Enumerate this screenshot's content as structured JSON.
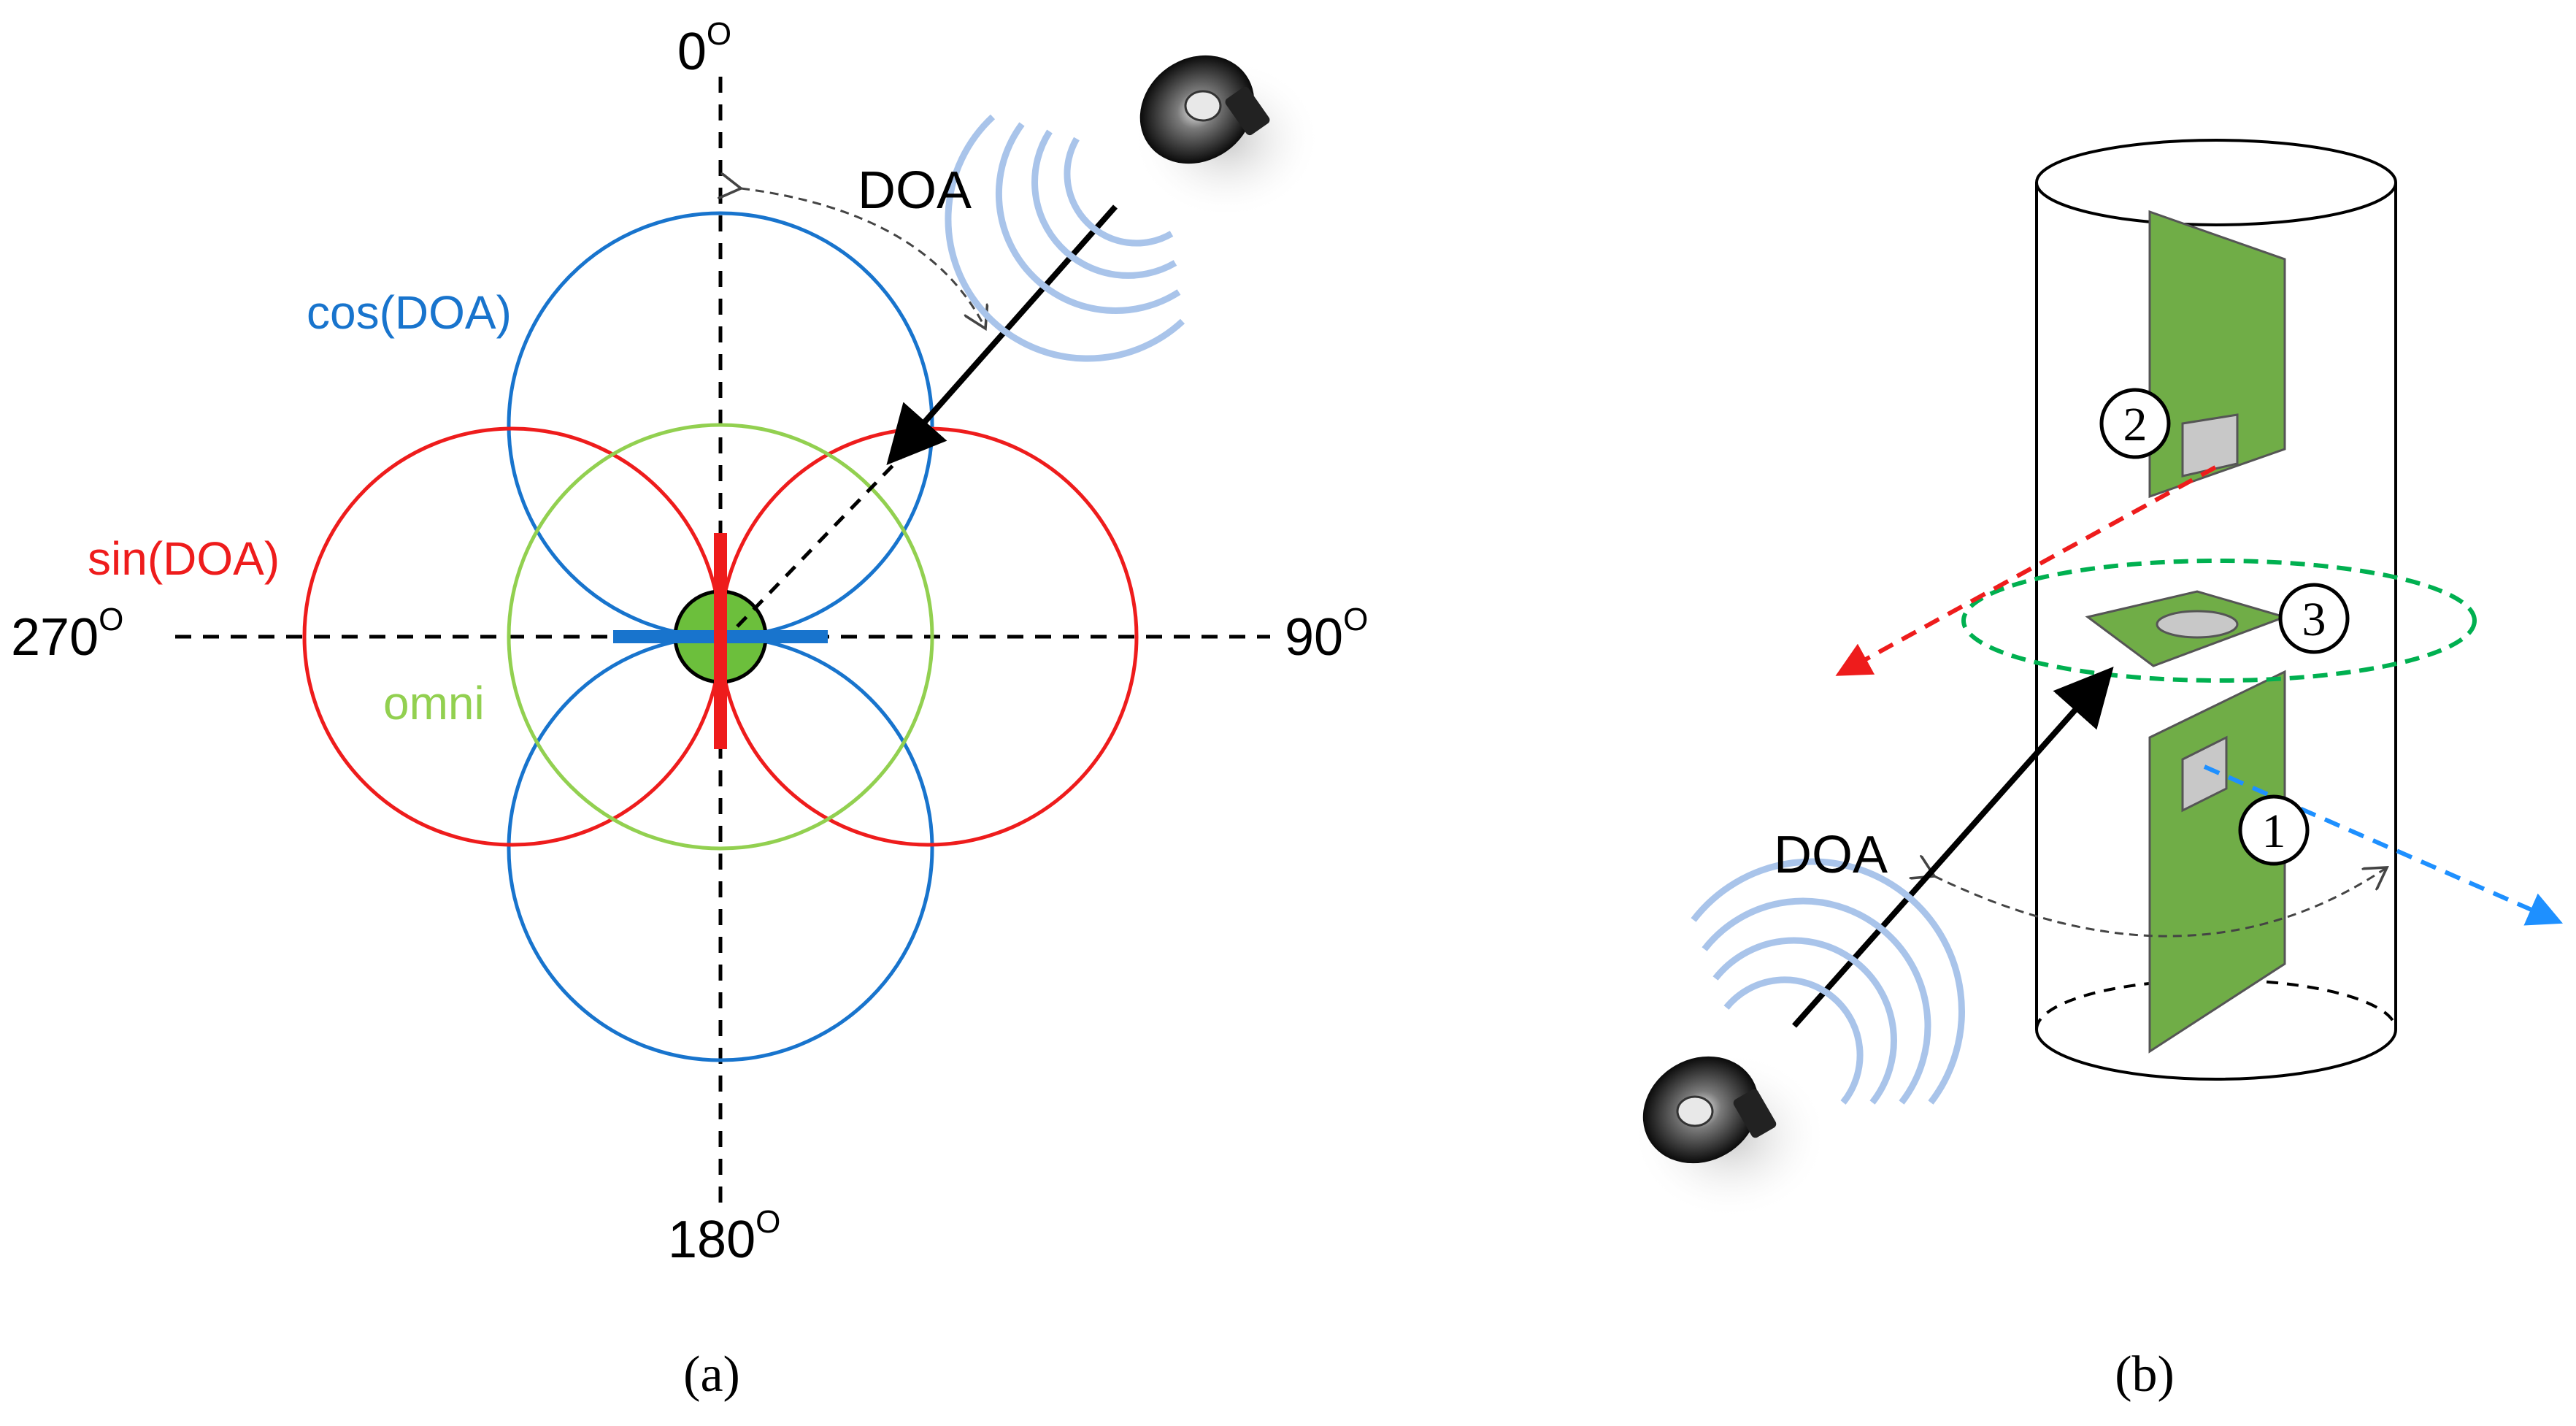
{
  "panel_a": {
    "angle_0": "0",
    "angle_90": "90",
    "angle_180": "180",
    "angle_270": "270",
    "degree_mark": "O",
    "doa_label": "DOA",
    "cos_label": "cos(DOA)",
    "sin_label": "sin(DOA)",
    "omni_label": "omni",
    "caption": "(a)",
    "colors": {
      "cos": "#1874cd",
      "sin": "#ee1c1c",
      "omni": "#92d050",
      "center_fill": "#6cbf3c"
    }
  },
  "panel_b": {
    "doa_label": "DOA",
    "mic_1": "1",
    "mic_2": "2",
    "mic_3": "3",
    "caption": "(b)",
    "colors": {
      "board": "#70ad47",
      "ring": "#00b050",
      "red_axis": "#ee1c1c",
      "blue_axis": "#1e90ff"
    }
  },
  "icons": [
    "speaker-icon",
    "sound-wave-icon"
  ]
}
